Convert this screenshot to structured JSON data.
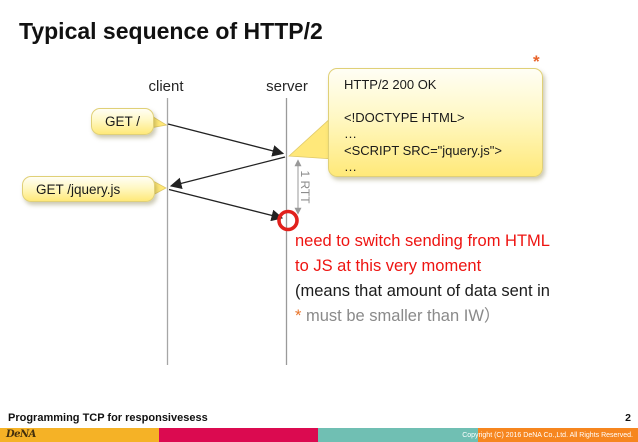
{
  "slide": {
    "title": "Typical sequence of HTTP/2"
  },
  "diagram": {
    "client_label": "client",
    "server_label": "server",
    "rtt_label": "1 RTT",
    "star": "*",
    "callout_get_root": "GET /",
    "callout_get_jquery": "GET /jquery.js",
    "response": {
      "line1": "HTTP/2 200 OK",
      "line2": "<!DOCTYPE HTML>",
      "line3": "…",
      "line4": "<SCRIPT SRC=\"jquery.js\">",
      "line5": "…"
    },
    "note": {
      "line1": "need to switch sending from HTML",
      "line2": "to JS at this very moment",
      "line3": "(means that amount of data sent in",
      "line4_star": "*",
      "line4_text": " must be smaller than IW）"
    }
  },
  "footer": {
    "deck_title": "Programming TCP for responsivesess",
    "page_number": "2",
    "logo_text": "DeNA",
    "copyright": "Copyright (C) 2016 DeNA Co.,Ltd. All Rights Reserved."
  },
  "colors": {
    "note_red": "#ee1411",
    "note_gray": "#8a8a8a",
    "star_orange": "#e8632a",
    "highlight_circle_red": "#e1201c",
    "bubble_yellow": "#ffe979",
    "bar_gold": "#f5b226",
    "bar_crimson": "#db0a50",
    "bar_teal": "#70bfb3",
    "bar_orange": "#f6861f"
  }
}
